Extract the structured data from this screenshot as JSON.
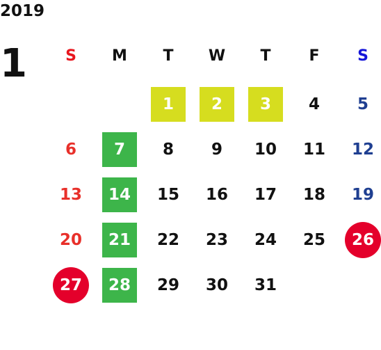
{
  "year": "2019",
  "month": "1",
  "weekdays": [
    {
      "label": "S",
      "color": "#e8161e"
    },
    {
      "label": "M",
      "color": "#111111"
    },
    {
      "label": "T",
      "color": "#111111"
    },
    {
      "label": "W",
      "color": "#111111"
    },
    {
      "label": "T",
      "color": "#111111"
    },
    {
      "label": "F",
      "color": "#111111"
    },
    {
      "label": "S",
      "color": "#1515d9"
    }
  ],
  "colors": {
    "weekday_text": "#111111",
    "sunday_text": "#e8302a",
    "saturday_text": "#1f3f91",
    "highlight_yellow": "#d6dd1f",
    "highlight_green": "#3db54a",
    "highlight_red": "#e4002b"
  },
  "days": [
    {
      "day": "1",
      "col": 2,
      "row": 0,
      "highlight": "yellow"
    },
    {
      "day": "2",
      "col": 3,
      "row": 0,
      "highlight": "yellow"
    },
    {
      "day": "3",
      "col": 4,
      "row": 0,
      "highlight": "yellow"
    },
    {
      "day": "4",
      "col": 5,
      "row": 0,
      "highlight": null
    },
    {
      "day": "5",
      "col": 6,
      "row": 0,
      "highlight": null
    },
    {
      "day": "6",
      "col": 0,
      "row": 1,
      "highlight": null
    },
    {
      "day": "7",
      "col": 1,
      "row": 1,
      "highlight": "green"
    },
    {
      "day": "8",
      "col": 2,
      "row": 1,
      "highlight": null
    },
    {
      "day": "9",
      "col": 3,
      "row": 1,
      "highlight": null
    },
    {
      "day": "10",
      "col": 4,
      "row": 1,
      "highlight": null
    },
    {
      "day": "11",
      "col": 5,
      "row": 1,
      "highlight": null
    },
    {
      "day": "12",
      "col": 6,
      "row": 1,
      "highlight": null
    },
    {
      "day": "13",
      "col": 0,
      "row": 2,
      "highlight": null
    },
    {
      "day": "14",
      "col": 1,
      "row": 2,
      "highlight": "green"
    },
    {
      "day": "15",
      "col": 2,
      "row": 2,
      "highlight": null
    },
    {
      "day": "16",
      "col": 3,
      "row": 2,
      "highlight": null
    },
    {
      "day": "17",
      "col": 4,
      "row": 2,
      "highlight": null
    },
    {
      "day": "18",
      "col": 5,
      "row": 2,
      "highlight": null
    },
    {
      "day": "19",
      "col": 6,
      "row": 2,
      "highlight": null
    },
    {
      "day": "20",
      "col": 0,
      "row": 3,
      "highlight": null
    },
    {
      "day": "21",
      "col": 1,
      "row": 3,
      "highlight": "green"
    },
    {
      "day": "22",
      "col": 2,
      "row": 3,
      "highlight": null
    },
    {
      "day": "23",
      "col": 3,
      "row": 3,
      "highlight": null
    },
    {
      "day": "24",
      "col": 4,
      "row": 3,
      "highlight": null
    },
    {
      "day": "25",
      "col": 5,
      "row": 3,
      "highlight": null
    },
    {
      "day": "26",
      "col": 6,
      "row": 3,
      "highlight": "red"
    },
    {
      "day": "27",
      "col": 0,
      "row": 4,
      "highlight": "red"
    },
    {
      "day": "28",
      "col": 1,
      "row": 4,
      "highlight": "green"
    },
    {
      "day": "29",
      "col": 2,
      "row": 4,
      "highlight": null
    },
    {
      "day": "30",
      "col": 3,
      "row": 4,
      "highlight": null
    },
    {
      "day": "31",
      "col": 4,
      "row": 4,
      "highlight": null
    }
  ]
}
